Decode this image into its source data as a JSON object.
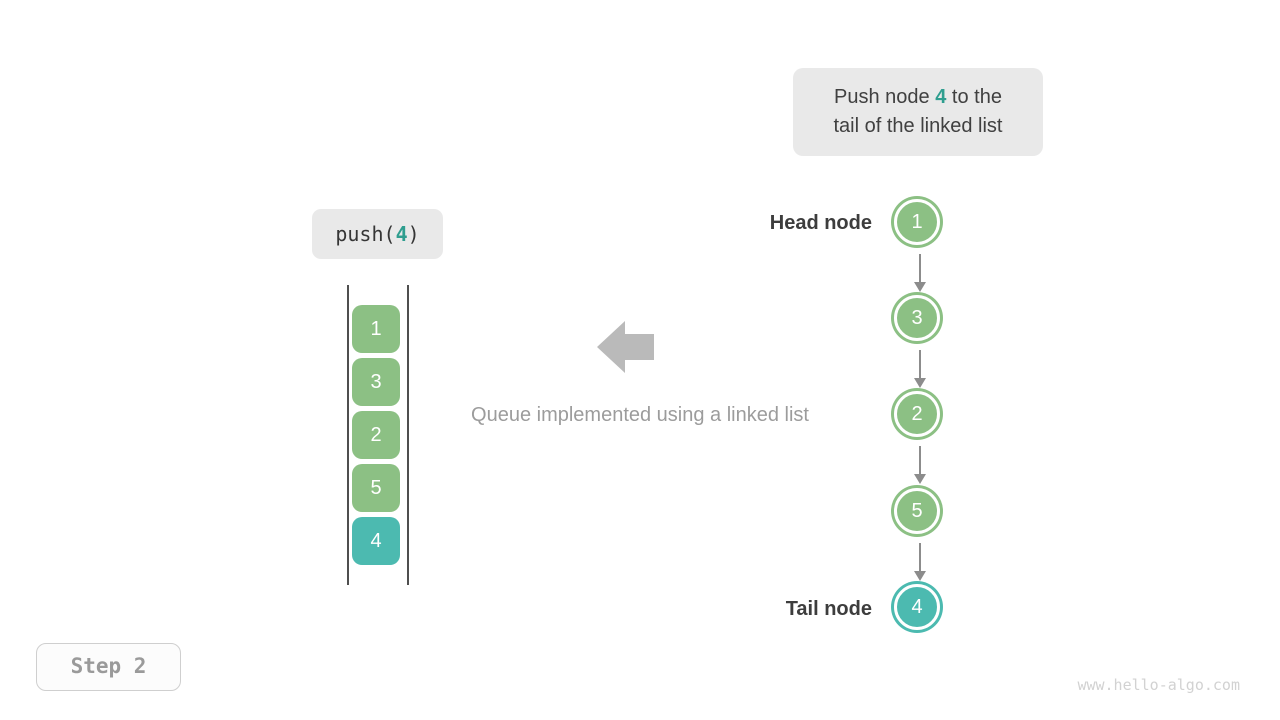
{
  "colors": {
    "green": "#8cc084",
    "teal": "#4cbab0",
    "highlight": "#2f9e8f",
    "arrow-gray": "#bababa",
    "connector-gray": "#8c8c8c"
  },
  "callout": {
    "before": "Push node ",
    "value": "4",
    "after": " to the\ntail of the linked list"
  },
  "push_call": {
    "before": "push(",
    "value": "4",
    "after": ")"
  },
  "stack": {
    "cells": [
      {
        "value": "1",
        "color": "green"
      },
      {
        "value": "3",
        "color": "green"
      },
      {
        "value": "2",
        "color": "green"
      },
      {
        "value": "5",
        "color": "green"
      },
      {
        "value": "4",
        "color": "teal"
      }
    ]
  },
  "caption": "Queue implemented using a linked list",
  "linked_list": {
    "head_label": "Head node",
    "tail_label": "Tail node",
    "nodes": [
      {
        "value": "1",
        "color": "green"
      },
      {
        "value": "3",
        "color": "green"
      },
      {
        "value": "2",
        "color": "green"
      },
      {
        "value": "5",
        "color": "green"
      },
      {
        "value": "4",
        "color": "teal"
      }
    ]
  },
  "step_label": "Step 2",
  "watermark": "www.hello-algo.com"
}
